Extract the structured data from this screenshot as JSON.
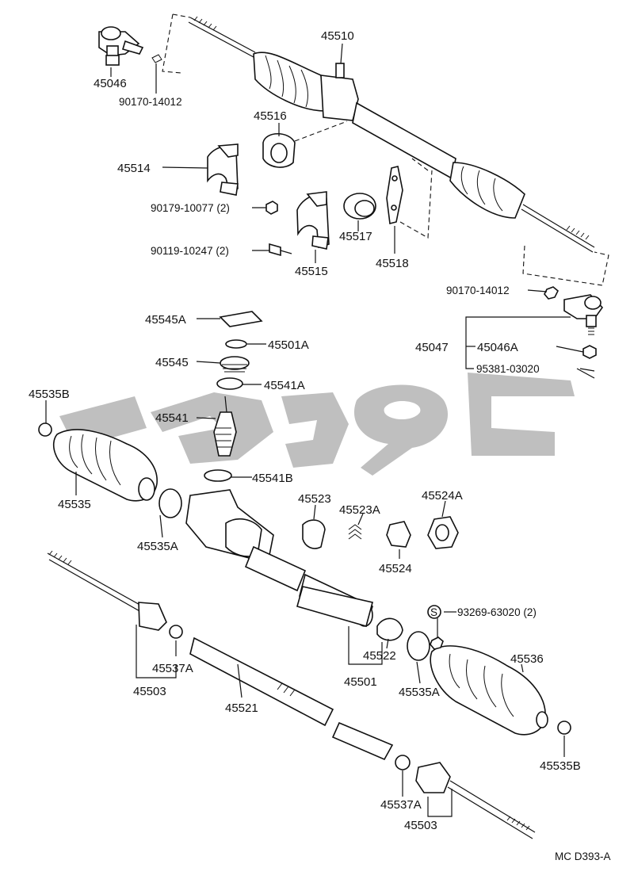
{
  "diagram": {
    "code": "MC D393-A",
    "watermark_color": "#8a8a8a",
    "ink_color": "#111111",
    "labels": {
      "p45510": "45510",
      "p45046": "45046",
      "p90170a": "90170-14012",
      "p45516": "45516",
      "p45514": "45514",
      "p90179": "90179-10077 (2)",
      "p90119": "90119-10247 (2)",
      "p45515": "45515",
      "p45517": "45517",
      "p45518": "45518",
      "p90170b": "90170-14012",
      "p45545A": "45545A",
      "p45501A": "45501A",
      "p45545": "45545",
      "p45541A": "45541A",
      "p45047": "45047",
      "p45046A": "45046A",
      "p95381": "95381-03020",
      "p45535B_top": "45535B",
      "p45541": "45541",
      "p45541B": "45541B",
      "p45535": "45535",
      "p45523": "45523",
      "p45523A": "45523A",
      "p45524A": "45524A",
      "p45535A_left": "45535A",
      "p45524": "45524",
      "p93269": "93269-63020 (2)",
      "p93269_mark": "S",
      "p45536": "45536",
      "p45522": "45522",
      "p45537A_left": "45537A",
      "p45503_left": "45503",
      "p45501": "45501",
      "p45535A_right": "45535A",
      "p45521": "45521",
      "p45535B_bottom": "45535B",
      "p45537A_bottom": "45537A",
      "p45503_bottom": "45503"
    }
  }
}
